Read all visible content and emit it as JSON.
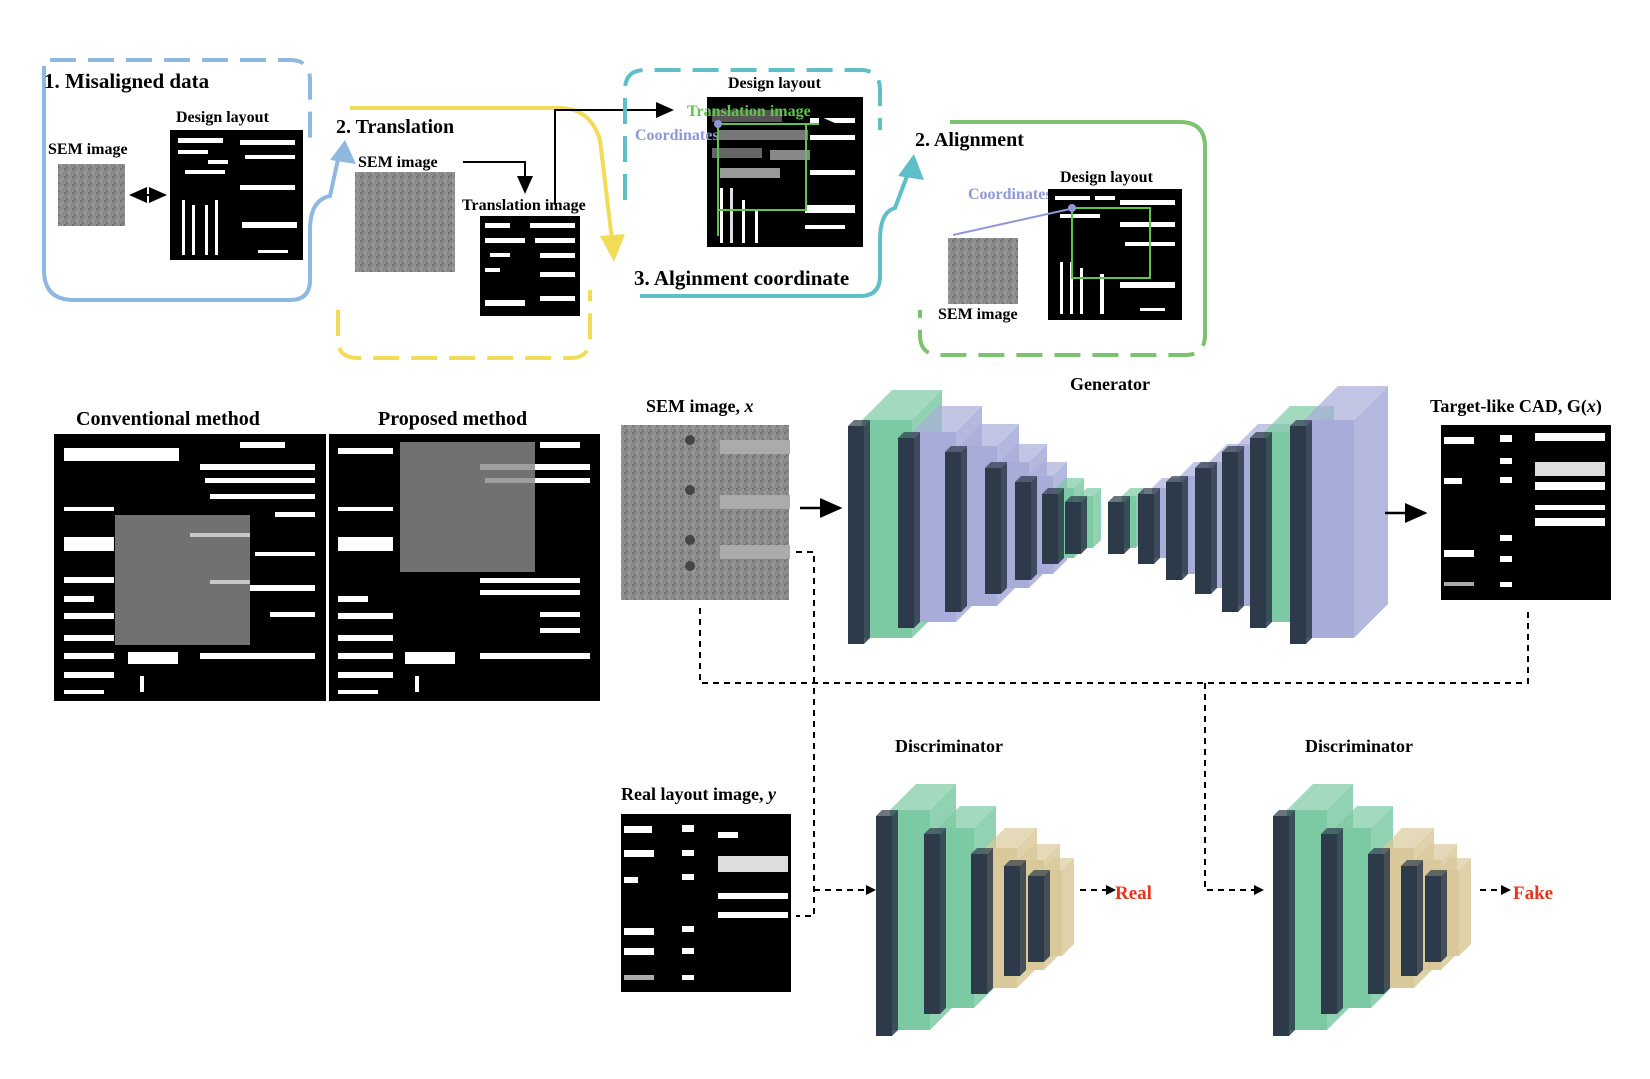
{
  "pipeline": {
    "step1_title": "1. Misaligned data",
    "step1_sem": "SEM image",
    "step1_layout": "Design layout",
    "step2_title": "2. Translation",
    "step2_sem": "SEM image",
    "step2_translation": "Translation image",
    "step3_title": "3. Alginment coordinate",
    "step3_layout": "Design layout",
    "step3_translation": "Translation image",
    "step3_coord": "Coordinates",
    "step4_title": "2. Alignment",
    "step4_layout": "Design layout",
    "step4_coord": "Coordinates",
    "step4_sem": "SEM image"
  },
  "comparison": {
    "conventional": "Conventional method",
    "proposed": "Proposed method"
  },
  "gan": {
    "sem_input_label": "SEM image, ",
    "sem_input_var": "x",
    "generator_label": "Generator",
    "output_label": "Target-like CAD, G(",
    "output_var": "x",
    "output_close": ")",
    "real_layout_label": "Real layout image, ",
    "real_layout_var": "y",
    "discriminator_left": "Discriminator",
    "discriminator_right": "Discriminator",
    "real_output": "Real",
    "fake_output": "Fake"
  },
  "colors": {
    "blue_box": "#8fb8e0",
    "yellow_box": "#f2dc55",
    "cyan_box": "#5ebfc8",
    "green_box": "#7cc270",
    "layer_green": "#7ccaa4",
    "layer_purple": "#a8acd8",
    "layer_tan": "#d9c99a",
    "output_red": "#e8341c"
  }
}
